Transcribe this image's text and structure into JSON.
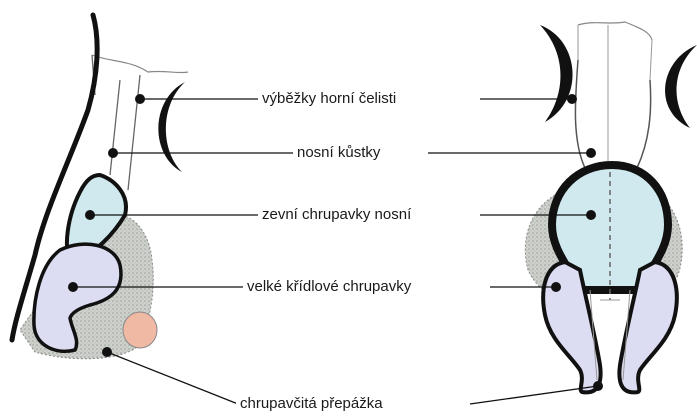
{
  "labels": {
    "maxillary_processes": "výběžky horní čelisti",
    "nasal_bones": "nosní kůstky",
    "lateral_cartilages": "zevní chrupavky nosní",
    "alar_cartilages": "velké křídlové chrupavky",
    "septal_cartilage": "chrupavčitá přepážka"
  },
  "colors": {
    "outline": "#111111",
    "lateral_cartilage_fill": "#cfe9ef",
    "alar_cartilage_fill": "#dcdcf2",
    "soft_tissue_fill": "#c8ccc6",
    "sesamoid_fill": "#f0b9a3",
    "bone_line": "#888888"
  }
}
